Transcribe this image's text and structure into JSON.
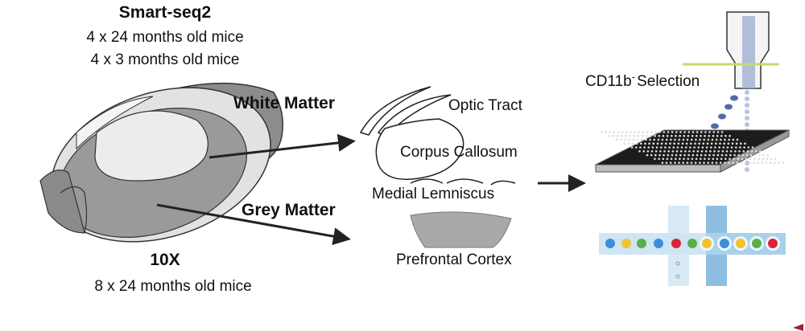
{
  "left": {
    "smartseq_title": "Smart-seq2",
    "smartseq_line1": "4 x 24 months old mice",
    "smartseq_line2": "4 x 3 months old mice",
    "tenx_title": "10X",
    "tenx_line1": "8 x 24 months old mice"
  },
  "regions": {
    "white_matter": "White Matter",
    "grey_matter": "Grey Matter",
    "optic_tract": "Optic Tract",
    "corpus_callosum": "Corpus Callosum",
    "medial_lemniscus": "Medial Lemniscus",
    "prefrontal_cortex": "Prefrontal Cortex"
  },
  "right": {
    "selection_label_main": "CD11b",
    "selection_label_sup": "-",
    "selection_label_rest": "Selection",
    "droplet_colors": [
      "#3b8fd6",
      "#f2c230",
      "#58b04a",
      "#3b8fd6",
      "#d8253b",
      "#58b04a",
      "#f2c230",
      "#3b8fd6",
      "#f2c230",
      "#58b04a",
      "#d8253b"
    ]
  }
}
